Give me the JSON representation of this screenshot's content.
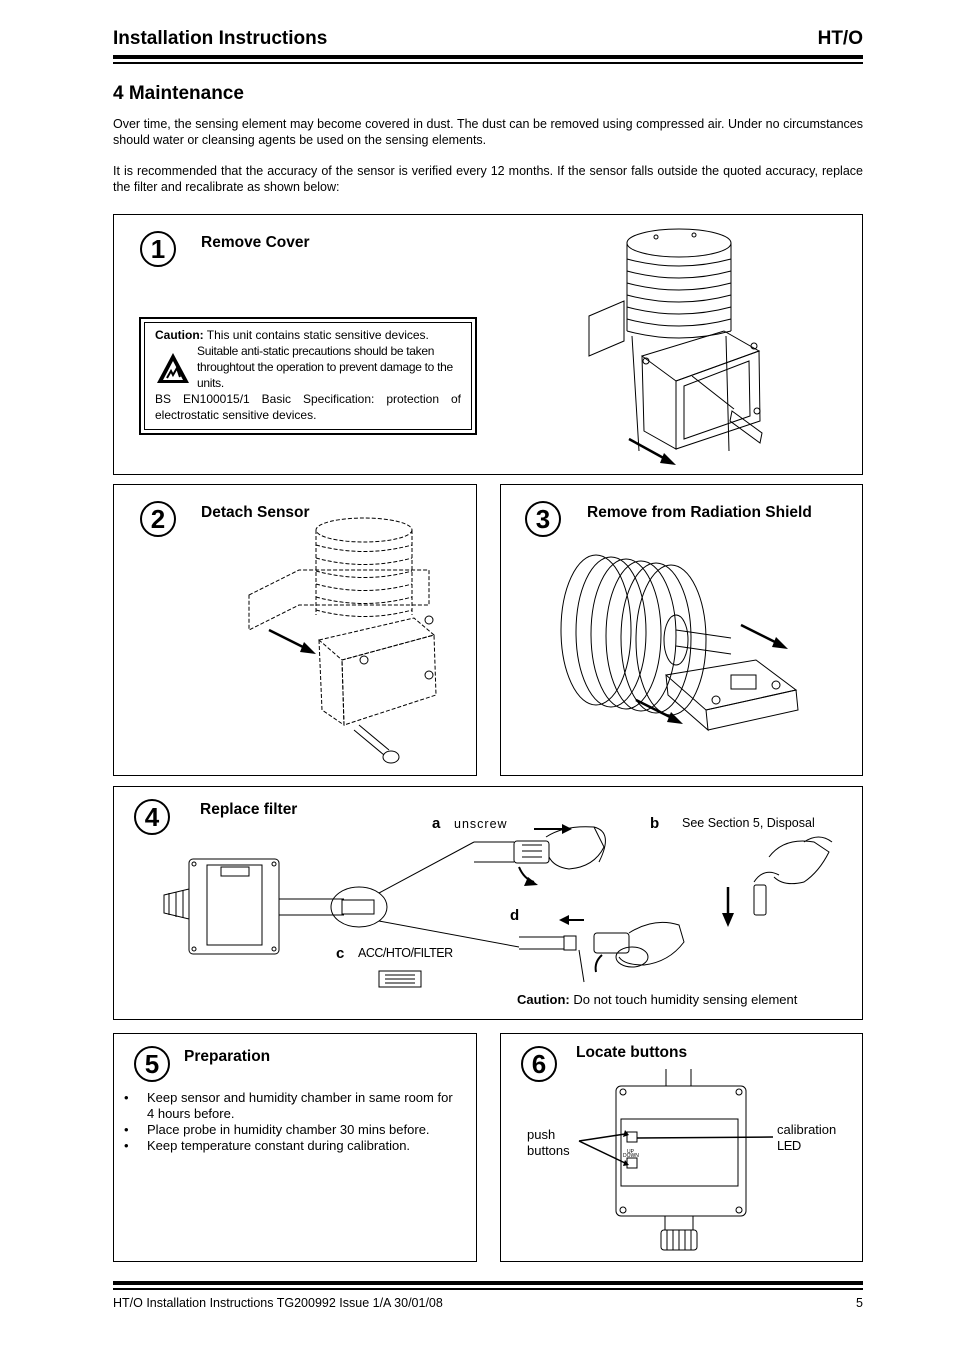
{
  "header": {
    "title": "Installation Instructions",
    "code": "HT/O"
  },
  "section": {
    "title": "4 Maintenance",
    "para1": "Over time, the sensing element may become covered in dust. The dust can be removed using compressed air. Under no circumstances should water or cleansing agents be used on the sensing elements.",
    "para2": "It is recommended that the accuracy of the sensor is verified every 12 months. If the sensor falls outside the quoted accuracy, replace the filter and recalibrate as shown below:"
  },
  "steps": {
    "s1": {
      "num": "1",
      "title": "Remove Cover"
    },
    "s2": {
      "num": "2",
      "title": "Detach Sensor"
    },
    "s3": {
      "num": "3",
      "title": "Remove from Radiation Shield"
    },
    "s4": {
      "num": "4",
      "title": "Replace filter"
    },
    "s5": {
      "num": "5",
      "title": "Preparation"
    },
    "s6": {
      "num": "6",
      "title": "Locate buttons"
    }
  },
  "caution": {
    "label": "Caution:",
    "line1": "This unit contains static sensitive devices.",
    "line2": "Suitable anti-static precautions should be taken throughtout the operation to prevent damage to the units.",
    "line3": "BS EN100015/1 Basic Specification: protection of electrostatic sensitive devices."
  },
  "filter": {
    "a_letter": "a",
    "a_text": "unscrew",
    "b_letter": "b",
    "b_text": "See Section 5, Disposal",
    "c_letter": "c",
    "c_text": "ACC/HTO/FILTER",
    "d_letter": "d",
    "caution_label": "Caution:",
    "caution_text": "Do not touch humidity sensing element"
  },
  "preparation": {
    "items": [
      "Keep sensor and humidity chamber in same room for 4 hours before.",
      "Place probe in humidity chamber 30 mins before.",
      "Keep temperature constant during calibration."
    ]
  },
  "buttons": {
    "push_line1": "push",
    "push_line2": "buttons",
    "cal_line1": "calibration",
    "cal_line2": "LED",
    "up_label": "UP",
    "down_label": "DOWN"
  },
  "footer": {
    "text": "HT/O Installation Instructions TG200992 Issue 1/A 30/01/08",
    "page": "5"
  }
}
